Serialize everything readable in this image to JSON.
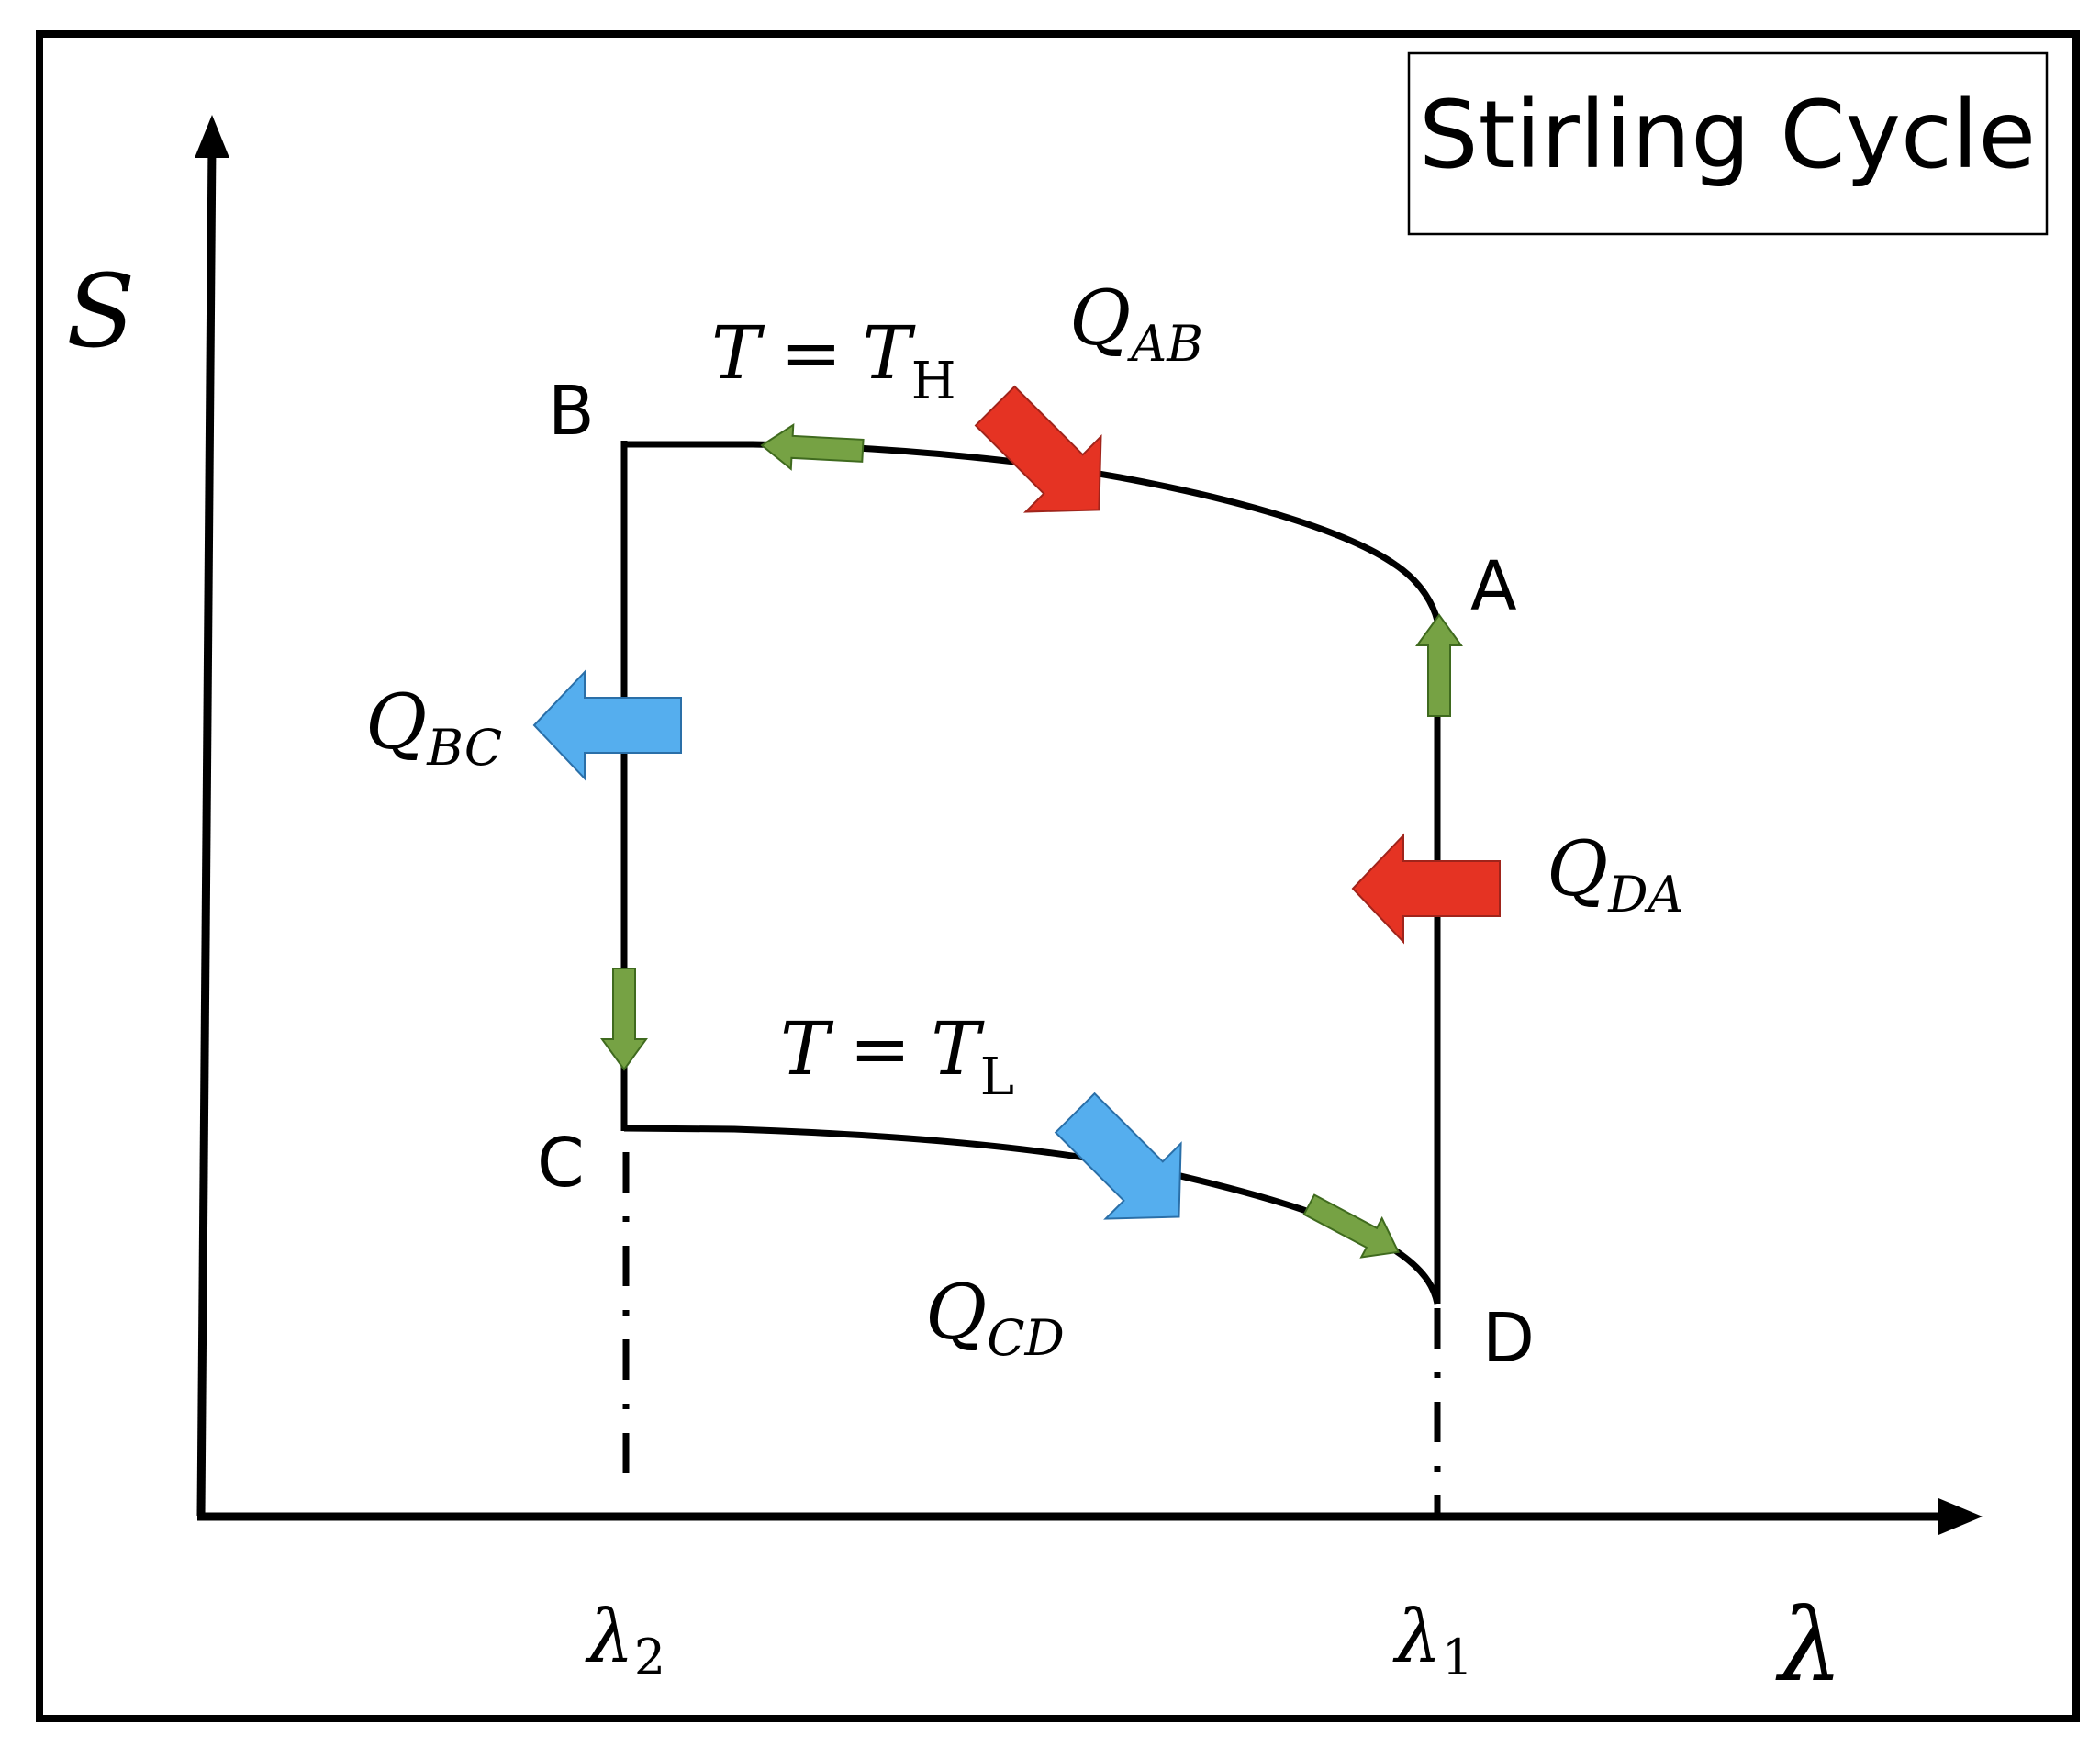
{
  "title": "Stirling Cycle",
  "axes": {
    "y_label": "S",
    "x_label": "λ",
    "x_ticks": [
      {
        "sym": "λ",
        "sub": "2"
      },
      {
        "sym": "λ",
        "sub": "1"
      }
    ]
  },
  "points": {
    "A": "A",
    "B": "B",
    "C": "C",
    "D": "D"
  },
  "isotherms": {
    "hot": {
      "var": "T",
      "eq": "=",
      "sym": "T",
      "sub": "H"
    },
    "cold": {
      "var": "T",
      "eq": "=",
      "sym": "T",
      "sub": "L"
    }
  },
  "heat_flows": [
    {
      "id": "AB",
      "sym": "Q",
      "sub": "AB",
      "direction": "in",
      "color": "#e53323"
    },
    {
      "id": "BC",
      "sym": "Q",
      "sub": "BC",
      "direction": "out",
      "color": "#55aeee"
    },
    {
      "id": "CD",
      "sym": "Q",
      "sub": "CD",
      "direction": "out",
      "color": "#55aeee"
    },
    {
      "id": "DA",
      "sym": "Q",
      "sub": "DA",
      "direction": "in",
      "color": "#e53323"
    }
  ],
  "colors": {
    "heat_in": "#e53323",
    "heat_out": "#55aeee",
    "process_arrow": "#76a244",
    "process_arrow_stroke": "#3f6a1e",
    "line": "#000000"
  }
}
